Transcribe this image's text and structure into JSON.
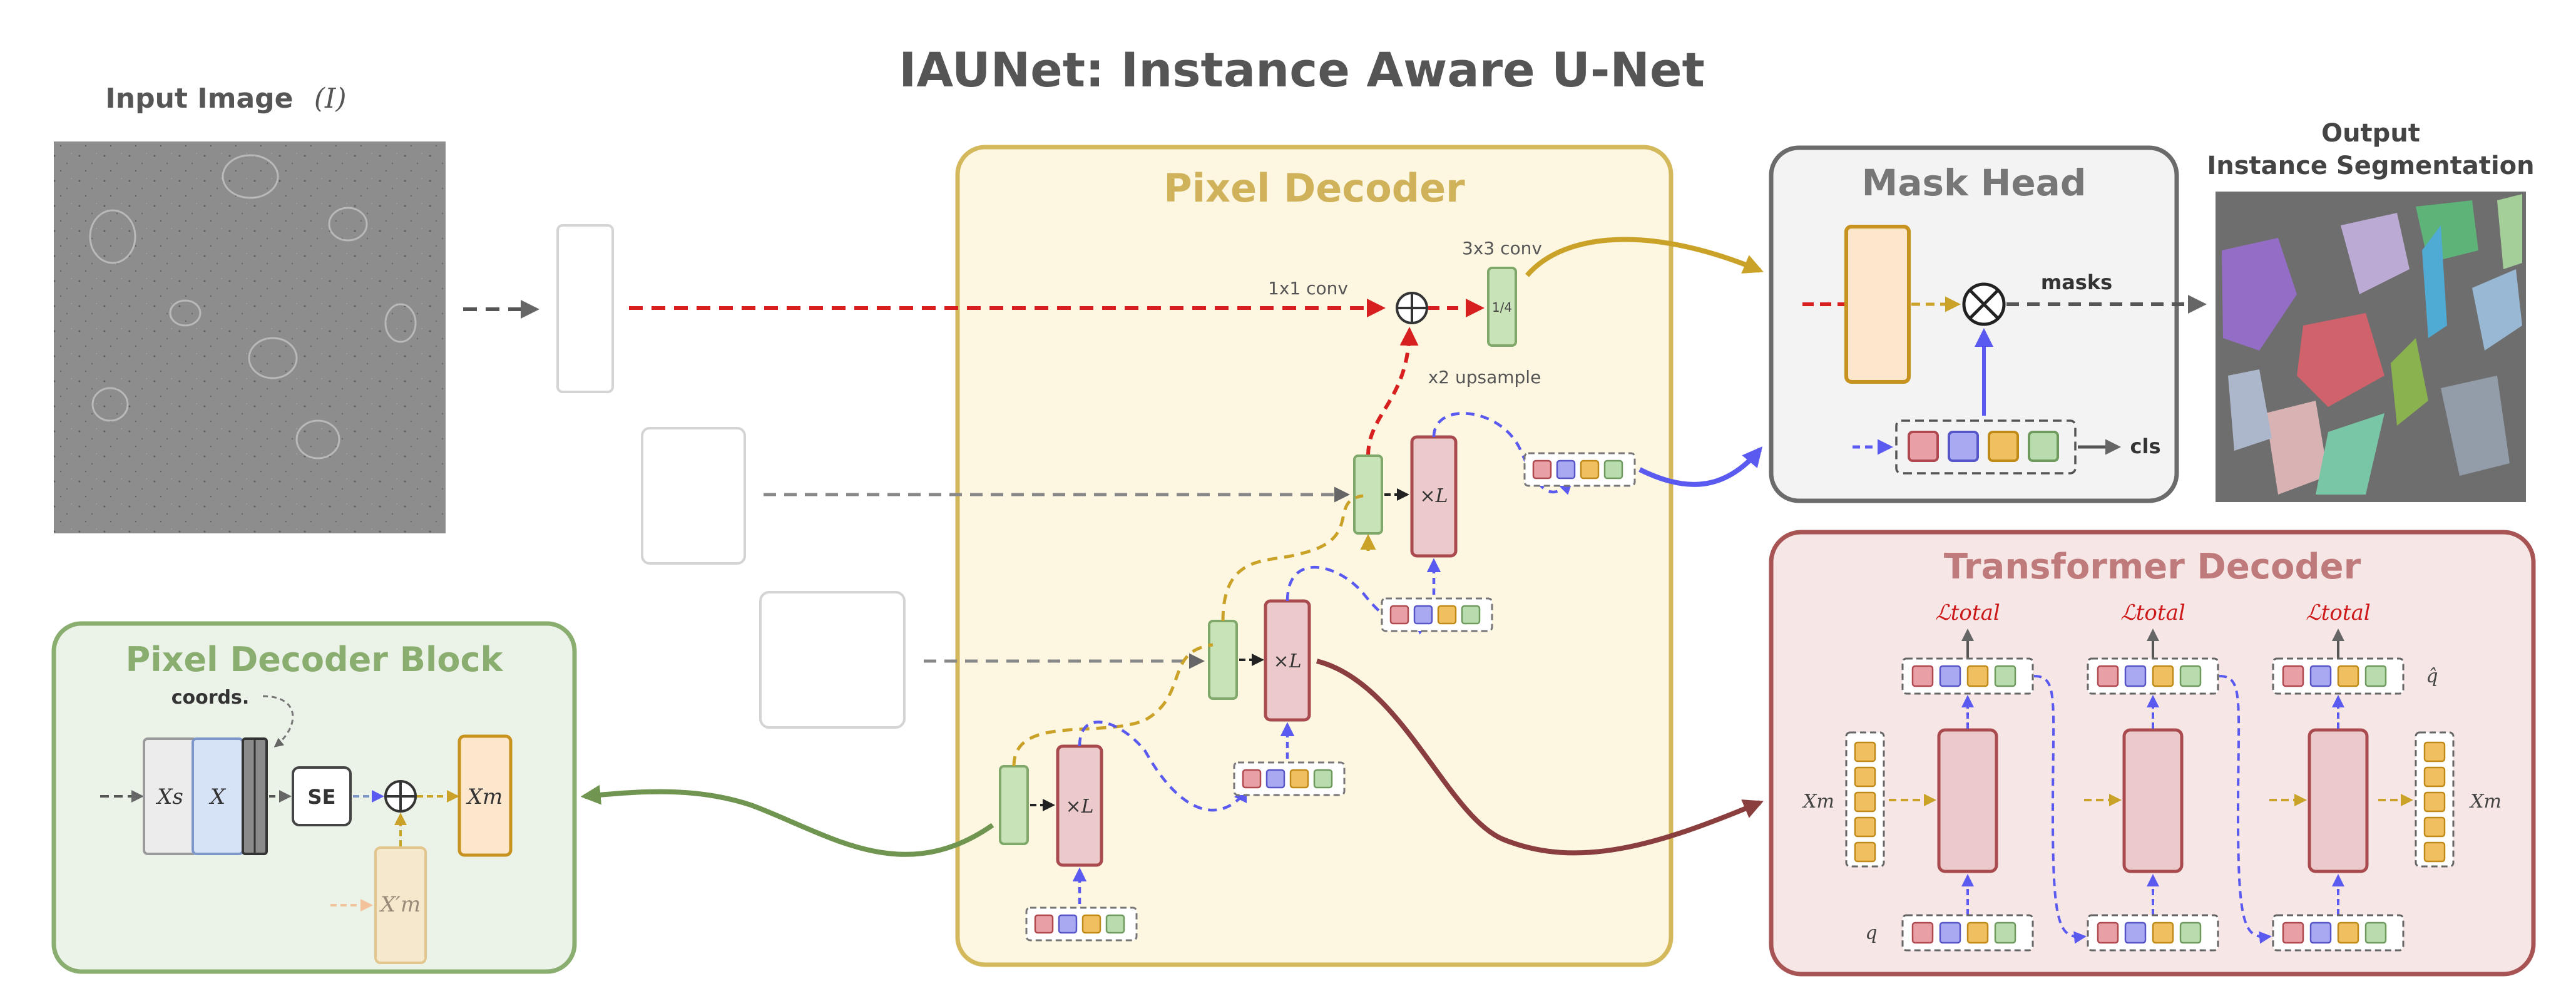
{
  "title": "IAUNet: Instance Aware U-Net",
  "input": {
    "label": "Input Image",
    "symbol": "(I)"
  },
  "output": {
    "line1": "Output",
    "line2": "Instance Segmentation"
  },
  "pixel_decoder": {
    "title": "Pixel Decoder",
    "conv1x1": "1x1 conv",
    "conv3x3": "3x3 conv",
    "scale": "1/4",
    "upsample": "x2 upsample",
    "repeat": "×L"
  },
  "mask_head": {
    "title": "Mask Head",
    "masks": "masks",
    "cls": "cls"
  },
  "transformer_decoder": {
    "title": "Transformer Decoder",
    "loss": "ℒtotal",
    "xm": "Xm",
    "q": "q",
    "qhat": "q̂"
  },
  "pixel_decoder_block": {
    "title": "Pixel Decoder Block",
    "coords": "coords.",
    "xs": "Xs",
    "x": "X",
    "se": "SE",
    "xm": "Xm",
    "xm_prime": "X′m"
  },
  "colors": {
    "pixel_decoder_fill": "#fdf6e0",
    "pixel_decoder_border": "#d4b85c",
    "mask_head_fill": "#f3f3f3",
    "mask_head_border": "#6b6b6b",
    "transformer_fill": "#f7e6e6",
    "transformer_border": "#a85454",
    "block_fill": "#ebf2e8",
    "block_border": "#8aad70",
    "query_red": "#e8a0a6",
    "query_blue": "#a9a9f2",
    "query_orange": "#f0c060",
    "query_green": "#b9dcae",
    "red_dashed": "#d81f1f",
    "blue_dashed": "#5a5af0",
    "gold": "#c9a227"
  }
}
